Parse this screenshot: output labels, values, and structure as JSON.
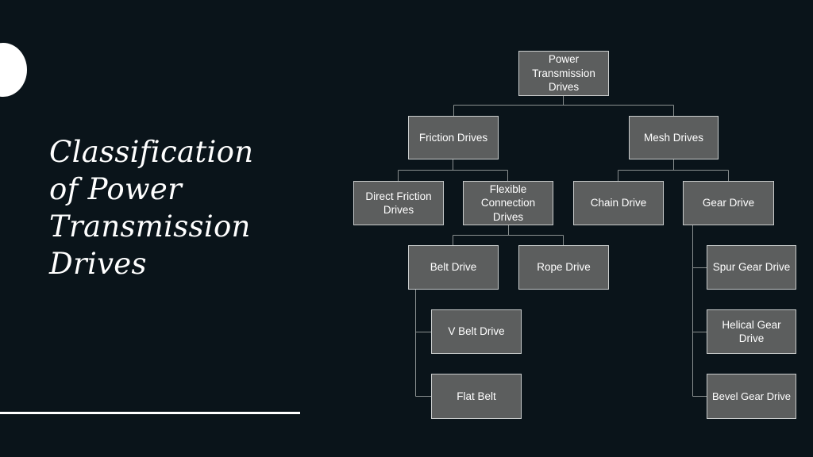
{
  "slide": {
    "title_lines": [
      "Classification",
      "of Power",
      "Transmission",
      "Drives"
    ]
  },
  "diagram": {
    "nodes": {
      "root": "Power\nTransmission\nDrives",
      "friction": "Friction Drives",
      "mesh": "Mesh Drives",
      "direct_friction": "Direct Friction\nDrives",
      "flexible": "Flexible\nConnection\nDrives",
      "chain": "Chain Drive",
      "gear": "Gear Drive",
      "belt": "Belt Drive",
      "rope": "Rope Drive",
      "v_belt": "V Belt Drive",
      "flat_belt": "Flat Belt",
      "spur": "Spur Gear Drive",
      "helical": "Helical Gear\nDrive",
      "bevel": "Bevel Gear Drive"
    },
    "edges": [
      [
        "root",
        "friction"
      ],
      [
        "root",
        "mesh"
      ],
      [
        "friction",
        "direct_friction"
      ],
      [
        "friction",
        "flexible"
      ],
      [
        "mesh",
        "chain"
      ],
      [
        "mesh",
        "gear"
      ],
      [
        "flexible",
        "belt"
      ],
      [
        "flexible",
        "rope"
      ],
      [
        "belt",
        "v_belt"
      ],
      [
        "belt",
        "flat_belt"
      ],
      [
        "gear",
        "spur"
      ],
      [
        "gear",
        "helical"
      ],
      [
        "gear",
        "bevel"
      ]
    ],
    "colors": {
      "background": "#0a141a",
      "node_fill": "#5c5e5e",
      "node_border": "#c9cccc",
      "connector": "#8a9090",
      "text": "#ffffff"
    }
  }
}
